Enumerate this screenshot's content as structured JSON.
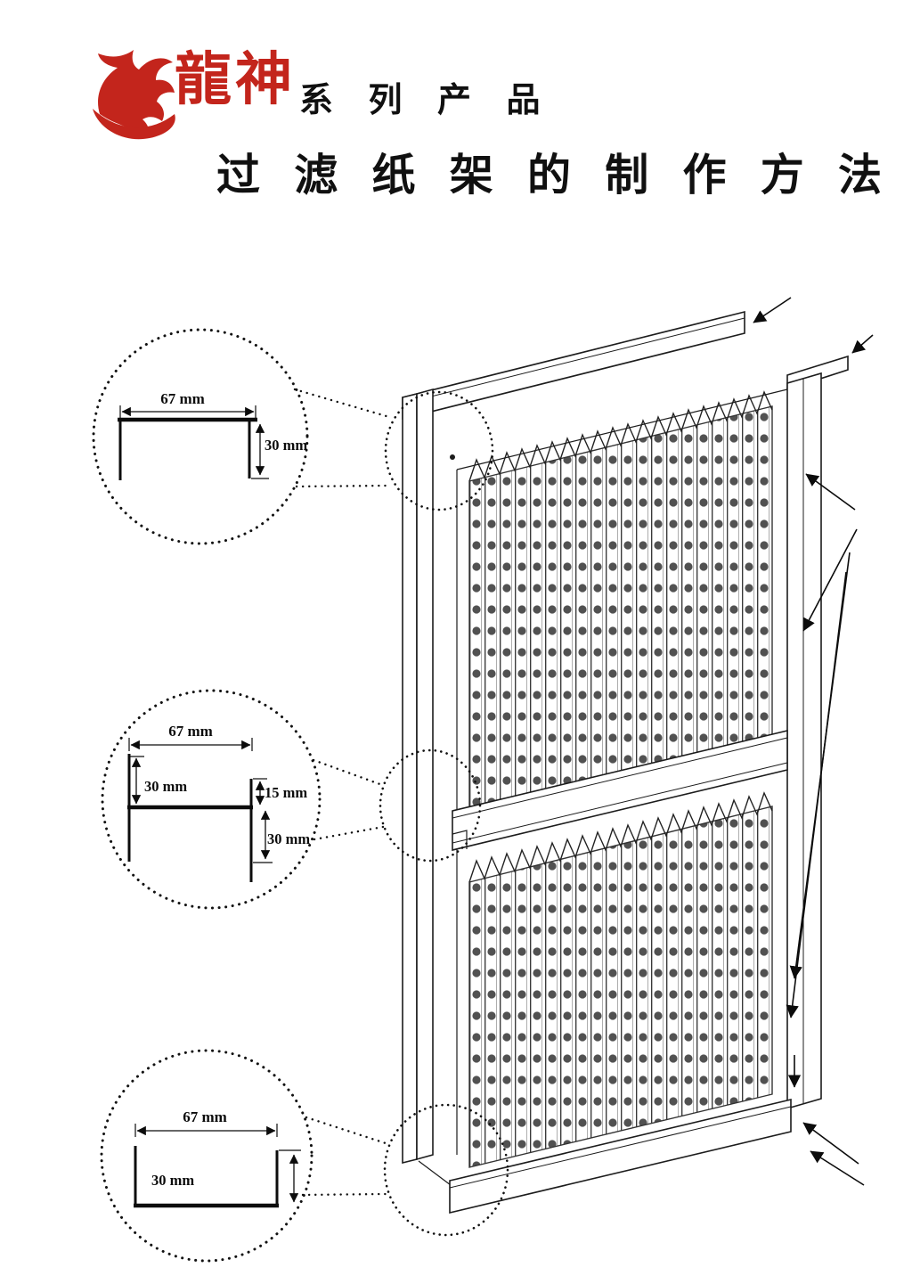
{
  "header": {
    "logo_icon": "dragon-icon",
    "brand": "龍神",
    "brand_suffix": "系 列 产 品",
    "brand_color": "#c3251c"
  },
  "title": "过 滤 纸 架 的 制 作 方 法",
  "details": {
    "top": {
      "profile": "top channel, opening down",
      "width": "67 mm",
      "height": "30 mm"
    },
    "middle": {
      "profile": "middle rail H-section",
      "width": "67 mm",
      "flange_top": "30 mm",
      "lip": "15 mm",
      "flange_bottom": "30 mm"
    },
    "bottom": {
      "profile": "bottom channel, opening up",
      "width": "67 mm",
      "height": "30 mm"
    }
  }
}
